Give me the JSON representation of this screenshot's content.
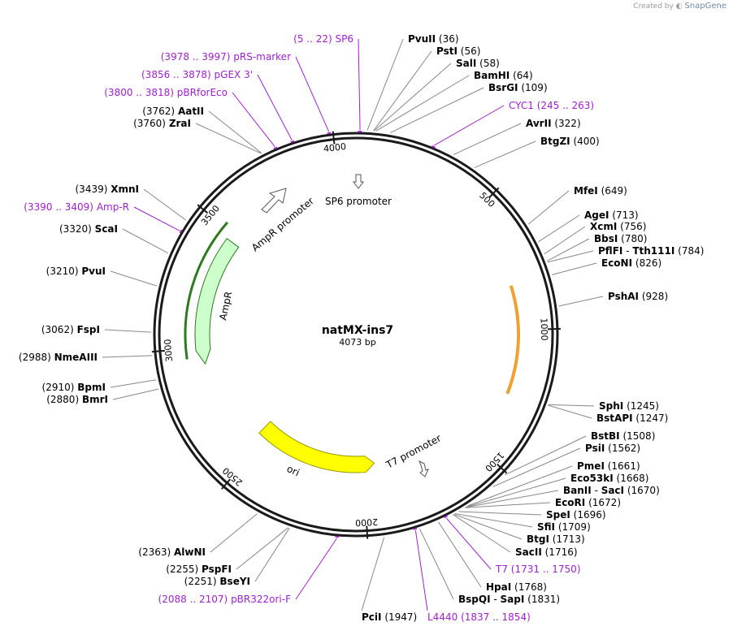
{
  "watermark": {
    "created_by": "Created by",
    "brand": "SnapGene"
  },
  "plasmid": {
    "name": "natMX-ins7",
    "length_bp": 4073,
    "length_label": "4073 bp"
  },
  "colors": {
    "feature_label": "#a020d0",
    "backbone": "#1a1a1a",
    "leader": "#888888",
    "ampr_fill": "#ccffcc",
    "ampr_edge": "#2d7a1f",
    "ori_fill": "#ffff00",
    "orange_arc": "#f0a030"
  },
  "tick_marks": [
    "500",
    "1000",
    "1500",
    "2000",
    "2500",
    "3000",
    "3500",
    "4000"
  ],
  "inner_features": [
    {
      "name": "SP6 promoter",
      "type": "promoter"
    },
    {
      "name": "AmpR promoter",
      "type": "promoter"
    },
    {
      "name": "AmpR",
      "type": "cds"
    },
    {
      "name": "ori",
      "type": "rep_origin"
    },
    {
      "name": "T7 promoter",
      "type": "promoter"
    }
  ],
  "right_labels": [
    {
      "name": "PvuII",
      "pos": "(36)"
    },
    {
      "name": "PstI",
      "pos": "(56)"
    },
    {
      "name": "SalI",
      "pos": "(58)"
    },
    {
      "name": "BamHI",
      "pos": "(64)"
    },
    {
      "name": "BsrGI",
      "pos": "(109)"
    },
    {
      "name": "CYC1",
      "pos": "(245 .. 263)",
      "feature": true
    },
    {
      "name": "AvrII",
      "pos": "(322)"
    },
    {
      "name": "BtgZI",
      "pos": "(400)"
    },
    {
      "name": "MfeI",
      "pos": "(649)"
    },
    {
      "name": "AgeI",
      "pos": "(713)"
    },
    {
      "name": "XcmI",
      "pos": "(756)"
    },
    {
      "name": "BbsI",
      "pos": "(780)"
    },
    {
      "name": "PflFI",
      "name2": "Tth111I",
      "pos": "(784)"
    },
    {
      "name": "EcoNI",
      "pos": "(826)"
    },
    {
      "name": "PshAI",
      "pos": "(928)"
    },
    {
      "name": "SphI",
      "pos": "(1245)"
    },
    {
      "name": "BstAPI",
      "pos": "(1247)"
    },
    {
      "name": "BstBI",
      "pos": "(1508)"
    },
    {
      "name": "PsiI",
      "pos": "(1562)"
    },
    {
      "name": "PmeI",
      "pos": "(1661)"
    },
    {
      "name": "Eco53kI",
      "pos": "(1668)"
    },
    {
      "name": "BanII",
      "name2": "SacI",
      "pos": "(1670)"
    },
    {
      "name": "EcoRI",
      "pos": "(1672)"
    },
    {
      "name": "SpeI",
      "pos": "(1696)"
    },
    {
      "name": "SfiI",
      "pos": "(1709)"
    },
    {
      "name": "BtgI",
      "pos": "(1713)"
    },
    {
      "name": "SacII",
      "pos": "(1716)"
    },
    {
      "name": "T7",
      "pos": "(1731 .. 1750)",
      "feature": true
    },
    {
      "name": "HpaI",
      "pos": "(1768)"
    },
    {
      "name": "BspQI",
      "name2": "SapI",
      "pos": "(1831)"
    }
  ],
  "bottom_labels": [
    {
      "name": "PciI",
      "pos": "(1947)"
    },
    {
      "name": "L4440",
      "pos": "(1837 .. 1854)",
      "feature": true
    }
  ],
  "left_labels": [
    {
      "name": "SP6",
      "pos": "(5 .. 22)",
      "feature": true
    },
    {
      "name": "pRS-marker",
      "pos": "(3978 .. 3997)",
      "feature": true
    },
    {
      "name": "pGEX 3'",
      "pos": "(3856 .. 3878)",
      "feature": true
    },
    {
      "name": "pBRforEco",
      "pos": "(3800 .. 3818)",
      "feature": true
    },
    {
      "name": "AatII",
      "pos": "(3762)"
    },
    {
      "name": "ZraI",
      "pos": "(3760)"
    },
    {
      "name": "XmnI",
      "pos": "(3439)"
    },
    {
      "name": "Amp-R",
      "pos": "(3390 .. 3409)",
      "feature": true
    },
    {
      "name": "ScaI",
      "pos": "(3320)"
    },
    {
      "name": "PvuI",
      "pos": "(3210)"
    },
    {
      "name": "FspI",
      "pos": "(3062)"
    },
    {
      "name": "NmeAIII",
      "pos": "(2988)"
    },
    {
      "name": "BpmI",
      "pos": "(2910)"
    },
    {
      "name": "BmrI",
      "pos": "(2880)"
    },
    {
      "name": "AlwNI",
      "pos": "(2363)"
    },
    {
      "name": "PspFI",
      "pos": "(2255)"
    },
    {
      "name": "BseYI",
      "pos": "(2251)"
    },
    {
      "name": "pBR322ori-F",
      "pos": "(2088 .. 2107)",
      "feature": true
    }
  ]
}
